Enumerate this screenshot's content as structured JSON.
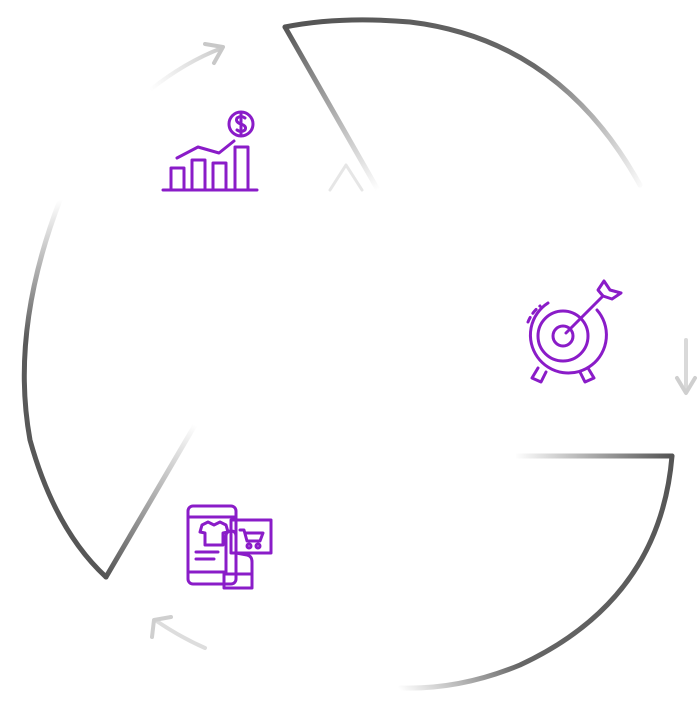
{
  "diagram": {
    "type": "cycle",
    "segment_count": 3,
    "segments": [
      {
        "position": "top-left",
        "icon": "growth-chart-dollar-icon"
      },
      {
        "position": "right",
        "icon": "target-arrow-icon"
      },
      {
        "position": "bottom-left",
        "icon": "mobile-shopping-icon"
      }
    ],
    "flow_direction": "clockwise"
  },
  "colors": {
    "outline": "#5a5a5a",
    "icon": "#8a1cc8",
    "background": "#ffffff"
  }
}
